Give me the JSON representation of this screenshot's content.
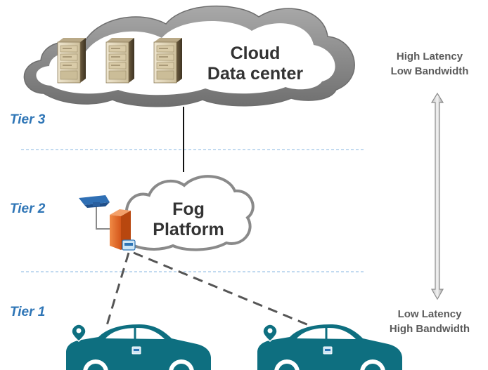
{
  "cloud": {
    "line1": "Cloud",
    "line2": "Data center"
  },
  "fog": {
    "line1": "Fog",
    "line2": "Platform"
  },
  "tiers": {
    "tier3": "Tier 3",
    "tier2": "Tier 2",
    "tier1": "Tier 1"
  },
  "latency_high": {
    "line1": "High Latency",
    "line2": "Low Bandwidth"
  },
  "latency_low": {
    "line1": "Low Latency",
    "line2": "High Bandwidth"
  },
  "colors": {
    "tier_text": "#2e75b6",
    "side_text": "#5b5b5b",
    "cloud_outer": "#7f7f7f",
    "fog_box": "#e36c2a",
    "car": "#0e6f80",
    "divider": "#9dc3e6",
    "arrow": "#a6a6a6"
  },
  "icons": {
    "server": "server-rack-icon",
    "camera": "surveillance-camera-icon",
    "fog_node": "fog-node-box-icon",
    "car": "connected-car-icon",
    "device": "network-device-icon"
  }
}
